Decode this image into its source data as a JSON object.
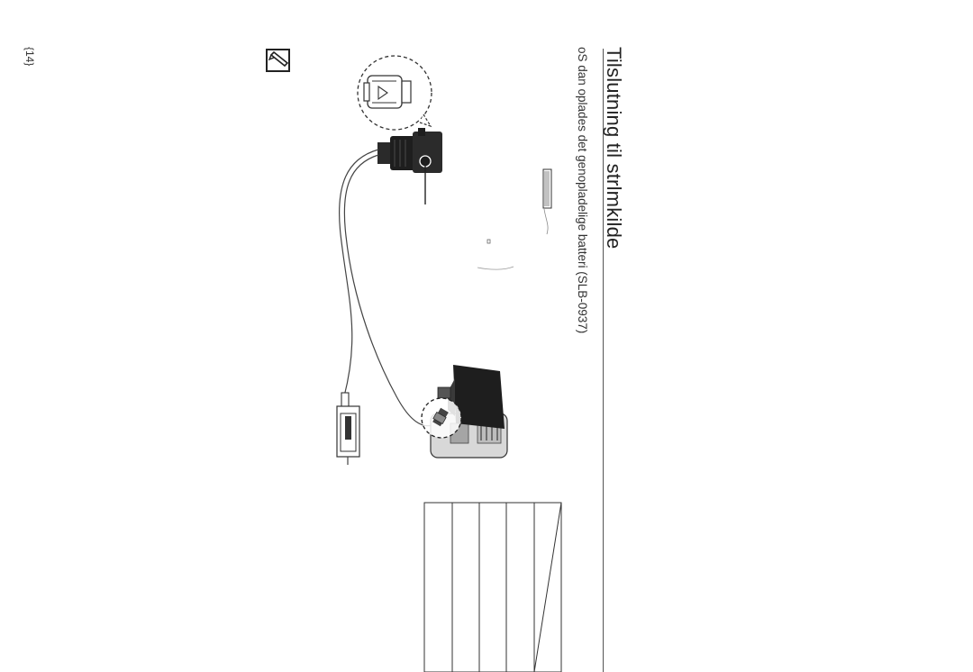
{
  "page": {
    "title": "Tilslutning til strlmkilde",
    "subtitle": "oS dan oplades det genopladelige batteri (SLB-0937)",
    "page_number": "{14}"
  },
  "icons": [
    "note-pencil-icon"
  ],
  "colors": {
    "text": "#222222",
    "rule": "#555555",
    "device": "#1e1e1e",
    "line": "#333333"
  }
}
